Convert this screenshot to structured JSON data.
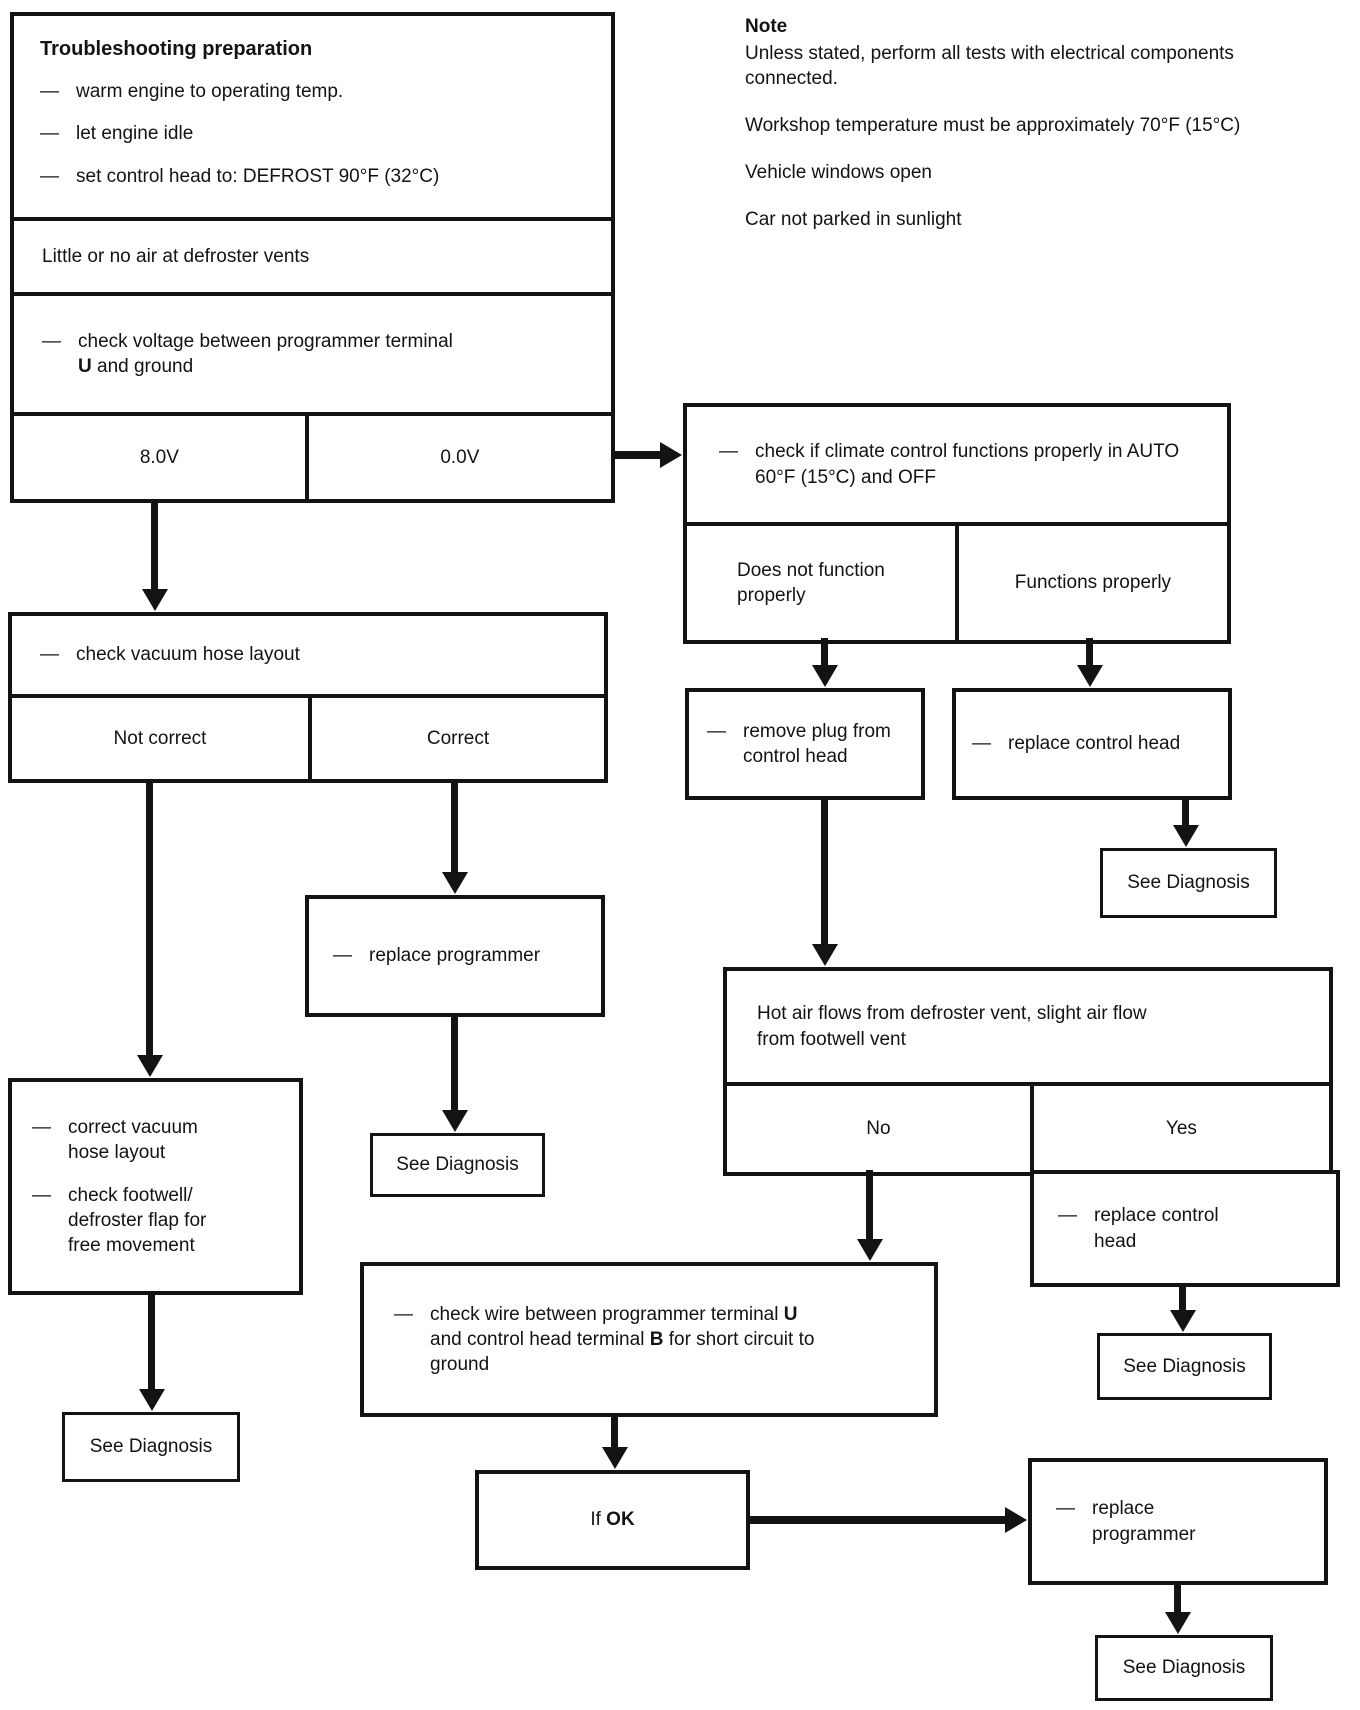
{
  "colors": {
    "ink": "#131313",
    "paper": "#ffffff"
  },
  "see_diagnosis_label": "See Diagnosis",
  "note": {
    "title": "Note",
    "paragraphs": [
      "Unless stated, perform all tests with electrical components connected.",
      "Workshop temperature must be approximately 70°F (15°C)",
      "Vehicle windows open",
      "Car not parked in sunlight"
    ]
  },
  "prep": {
    "title": "Troubleshooting preparation",
    "steps": [
      "warm engine to operating temp.",
      "let engine idle",
      "set control head to: DEFROST 90°F (32°C)"
    ],
    "symptom": "Little or no air at defroster vents",
    "check_voltage": {
      "text": "check voltage between programmer terminal",
      "terminal": "U",
      "suffix": "and ground"
    },
    "result_left": "8.0V",
    "result_right": "0.0V"
  },
  "vacuum": {
    "check": "check vacuum hose layout",
    "result_left": "Not correct",
    "result_right": "Correct"
  },
  "correct_vacuum": {
    "steps": [
      "correct vacuum\nhose layout",
      "check footwell/\ndefroster flap for\nfree movement"
    ]
  },
  "replace_programmer_left": "replace programmer",
  "climate": {
    "check": "check if climate control functions properly in AUTO 60°F (15°C) and OFF",
    "result_left": "Does not function\nproperly",
    "result_right": "Functions properly"
  },
  "remove_plug": "remove plug from\ncontrol head",
  "replace_control_head_top": "replace control head",
  "hot_air": {
    "condition": "Hot air flows from defroster vent, slight air flow\nfrom footwell vent",
    "result_left": "No",
    "result_right": "Yes"
  },
  "replace_control_head_right": "replace control\nhead",
  "check_wire": {
    "p1": "check wire between programmer terminal",
    "b1": "U",
    "p2": "and control head terminal",
    "b2": "B",
    "p3": "for short circuit to ground"
  },
  "if_ok": {
    "prefix": "If",
    "bold": "OK"
  },
  "replace_programmer_right": "replace\nprogrammer"
}
